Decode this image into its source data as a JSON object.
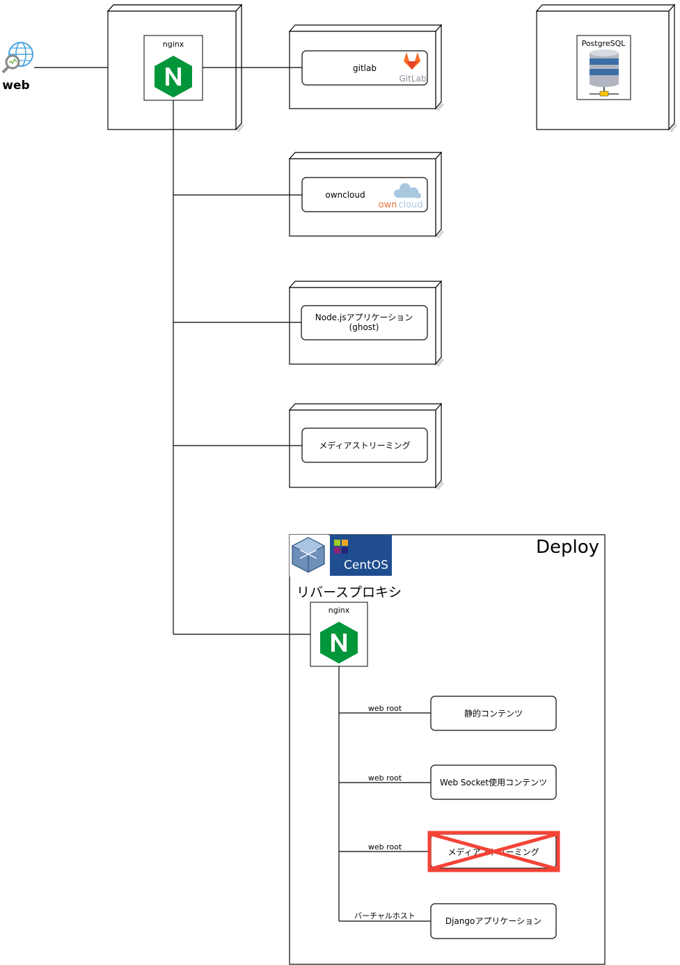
{
  "web": {
    "label": "web"
  },
  "front_nginx": {
    "label": "nginx"
  },
  "services": {
    "gitlab": {
      "label": "gitlab",
      "logo": "GitLab"
    },
    "owncloud": {
      "label": "owncloud",
      "logo_own": "own",
      "logo_cloud": "cloud"
    },
    "node": {
      "line1": "Node.jsアプリケーション",
      "line2": "(ghost)"
    },
    "media": {
      "label": "メディアストリーミング"
    }
  },
  "db": {
    "label": "PostgreSQL"
  },
  "deploy": {
    "title": "Deploy",
    "centos_label": "CentOS",
    "subtitle": "リバースプロキシ",
    "nginx_label": "nginx",
    "routes": [
      {
        "edge": "web root",
        "target": "静的コンテンツ"
      },
      {
        "edge": "web root",
        "target": "Web Socket使用コンテンツ"
      },
      {
        "edge": "web root",
        "target": "メディアストリーミング",
        "crossed_out": true
      },
      {
        "edge": "バーチャルホスト",
        "target": "Djangoアプリケーション"
      }
    ]
  },
  "colors": {
    "nginx_green": "#009639",
    "gitlab_orange": "#e24329",
    "gitlab_light": "#fc6d26",
    "owncloud_blue": "#a9c7df",
    "owncloud_orange": "#e8733b",
    "centos_bg": "#1f4d8f",
    "cross_red": "#f44336"
  }
}
